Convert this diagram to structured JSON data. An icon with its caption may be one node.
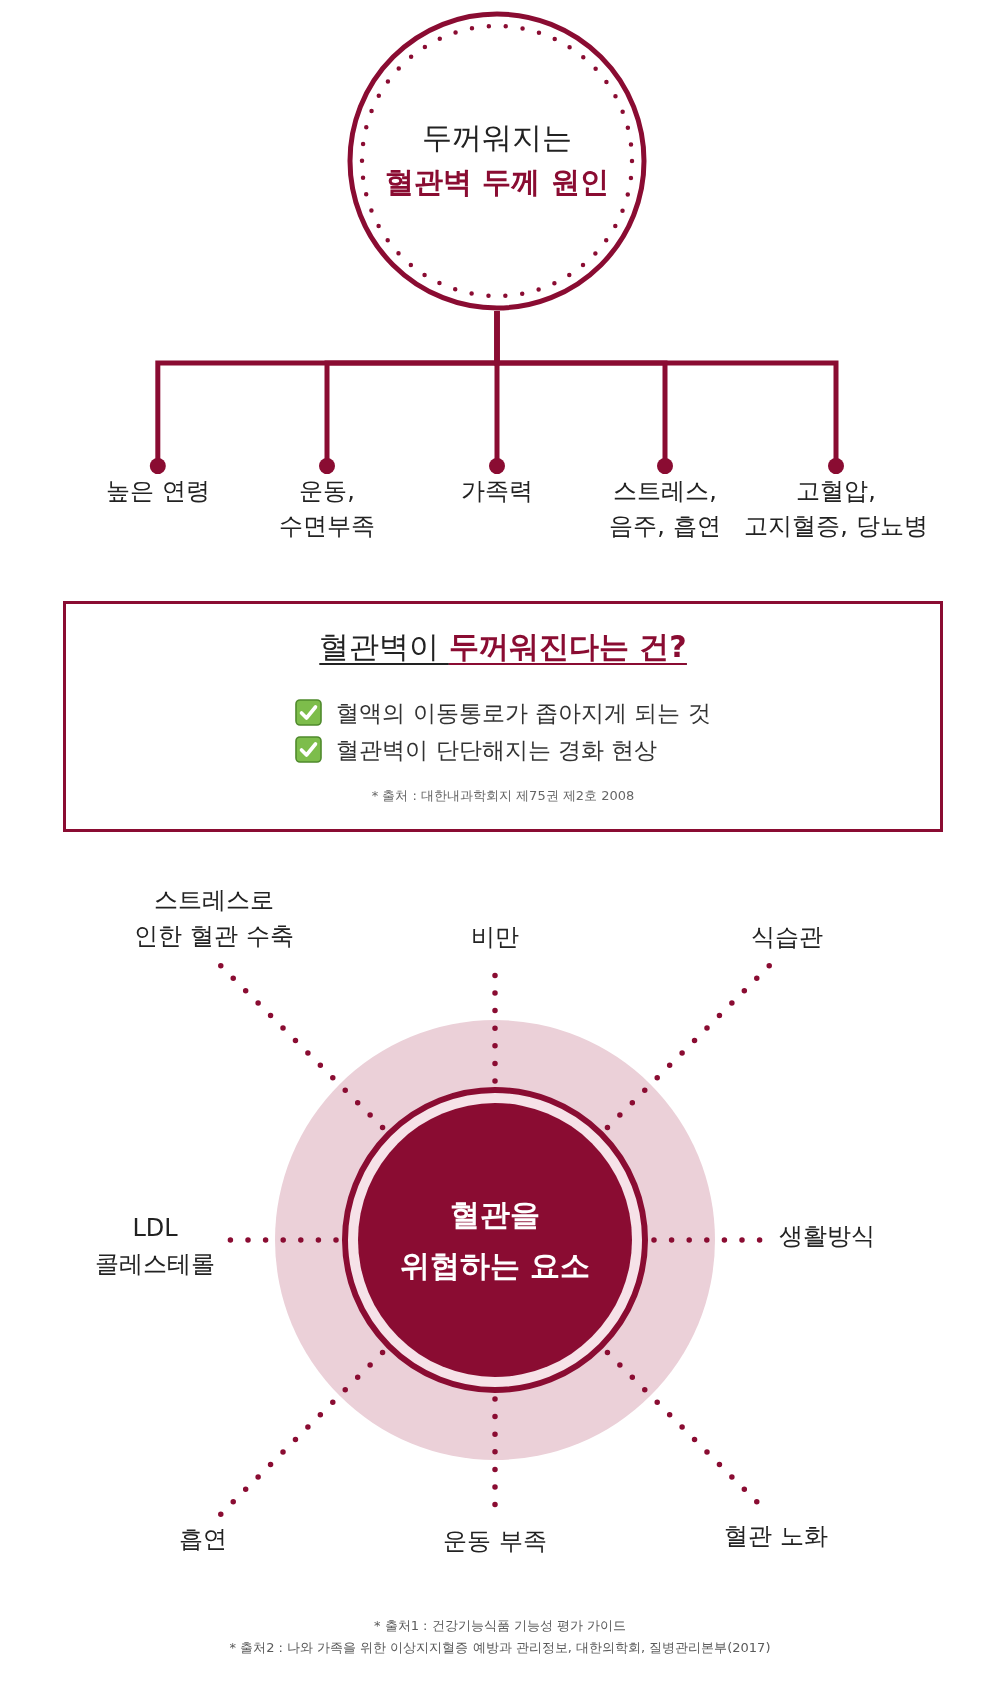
{
  "diagram": {
    "nodes": [
      {
        "text": [
          "두꺼워지는",
          "혈관벽 두께 원인"
        ]
      },
      {
        "text": [
          "높은 연령"
        ]
      },
      {
        "text": [
          "운동, 수면부족"
        ]
      },
      {
        "text": [
          "가족력"
        ]
      },
      {
        "text": [
          "스트레스, 음주, 흡연"
        ]
      },
      {
        "text": [
          "고혈압, 고지혈증, 당뇨병"
        ]
      },
      {
        "text": [
          "혈관벽이 **두꺼워진다는 건?**",
          "혈액의 이동통로가 좁아지게 되는 것",
          "혈관벽이 단단해지는 경화 현상",
          "* 출처 : 대한내과학회지 제75권 제2호 2008"
        ]
      },
      {
        "text": [
          "스트레스로 인한 혈관 수축"
        ]
      },
      {
        "text": [
          "비만"
        ]
      },
      {
        "text": [
          "식습관"
        ]
      },
      {
        "text": [
          "LDL 콜레스테롤"
        ]
      },
      {
        "text": [
          "혈관을 위협하는 요소"
        ]
      },
      {
        "text": [
          "생활방식"
        ]
      },
      {
        "text": [
          "흡연"
        ]
      },
      {
        "text": [
          "운동 부족"
        ]
      },
      {
        "text": [
          "혈관 노화"
        ]
      }
    ],
    "edges": [
      {
        "from": 0,
        "to": 1,
        "arrow": "other"
      },
      {
        "from": 0,
        "to": 2,
        "arrow": "other"
      },
      {
        "from": 0,
        "to": 3,
        "arrow": "other"
      },
      {
        "from": 0,
        "to": 4,
        "arrow": "other"
      },
      {
        "from": 0,
        "to": 5,
        "arrow": "other"
      },
      {
        "from": 11,
        "to": 7,
        "arrow": "none",
        "style": "dashed"
      },
      {
        "from": 11,
        "to": 8,
        "arrow": "none",
        "style": "dashed"
      },
      {
        "from": 11,
        "to": 9,
        "arrow": "none",
        "style": "dashed"
      },
      {
        "from": 11,
        "to": 10,
        "arrow": "none",
        "style": "dashed"
      },
      {
        "from": 11,
        "to": 12,
        "arrow": "none",
        "style": "dashed"
      },
      {
        "from": 11,
        "to": 13,
        "arrow": "none",
        "style": "dashed"
      },
      {
        "from": 11,
        "to": 14,
        "arrow": "none",
        "style": "dashed"
      },
      {
        "from": 11,
        "to": 15,
        "arrow": "none",
        "style": "dashed"
      }
    ],
    "labels": [
      "* 출처1 : 건강기능식품 기능성 평가 가이드",
      "* 출처2 : 나와 가족을 위한 이상지지혈증 예방과 관리정보, 대한의학회, 질병관리본부(2017)"
    ]
  }
}
